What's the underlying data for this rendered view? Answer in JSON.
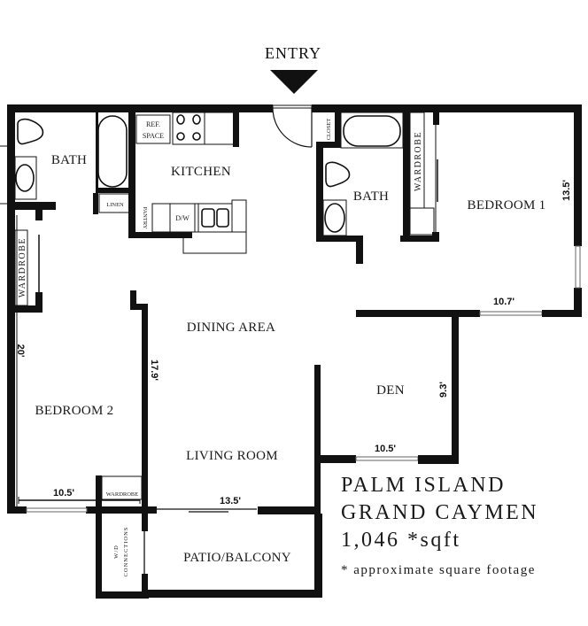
{
  "entry": {
    "label": "ENTRY"
  },
  "rooms": {
    "bath_left": "BATH",
    "kitchen": "KITCHEN",
    "bath_right": "BATH",
    "bedroom1": "BEDROOM 1",
    "dining": "DINING AREA",
    "bedroom2": "BEDROOM 2",
    "living": "LIVING ROOM",
    "den": "DEN",
    "patio": "PATIO/BALCONY"
  },
  "fixtures": {
    "ref_space_line1": "REF.",
    "ref_space_line2": "SPACE",
    "linen": "LINEN",
    "pantry": "PANTRY",
    "dishwasher": "D/W",
    "closet": "CLOSET",
    "wardrobe_bed1": "WARDROBE",
    "wardrobe_bed2_side": "WARDROBE",
    "wardrobe_bed2_bottom": "WARDROBE",
    "wd_line1": "W/D",
    "wd_line2": "CONNECTIONS"
  },
  "dimensions": {
    "bedroom1_height": "13.5'",
    "bedroom1_width": "10.7'",
    "bedroom2_height": "20'",
    "bedroom2_width": "10.5'",
    "living_height": "17.9'",
    "living_width": "13.5'",
    "den_height": "9.3'",
    "den_width": "10.5'"
  },
  "info": {
    "name_line1": "PALM ISLAND",
    "name_line2": "GRAND CAYMEN",
    "area": "1,046 *sqft",
    "footnote": "* approximate square footage"
  }
}
